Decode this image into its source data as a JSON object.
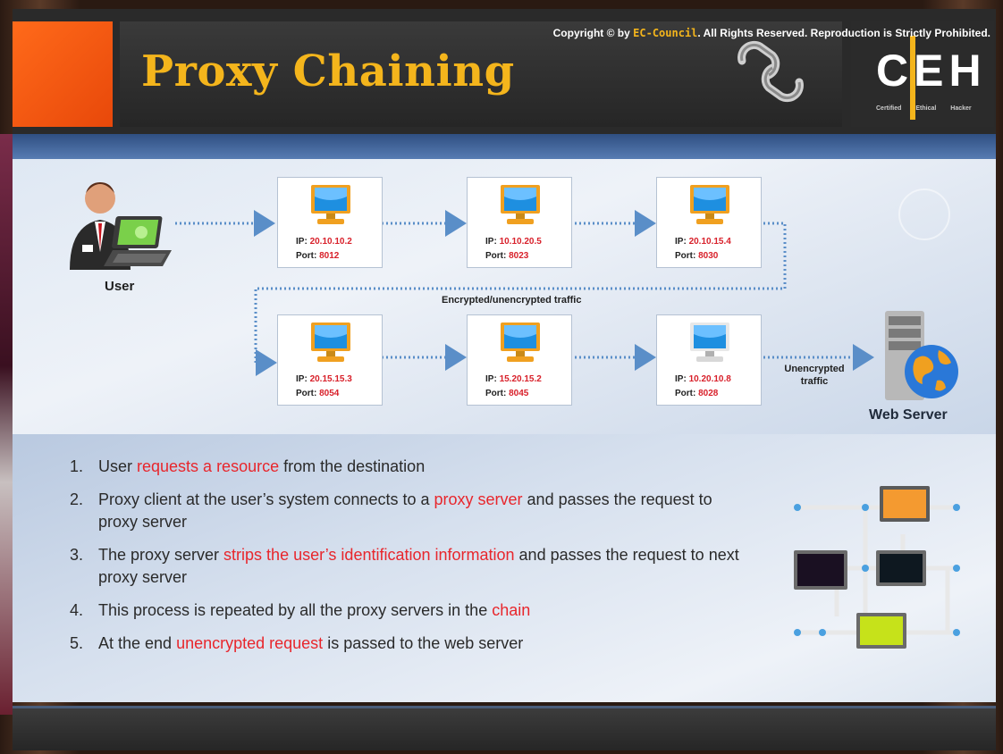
{
  "header": {
    "title": "Proxy Chaining",
    "logo_text": "CEH",
    "logo_subtitle": [
      "Certified",
      "Ethical",
      "Hacker"
    ]
  },
  "diagram": {
    "user_label": "User",
    "traffic_label": "Encrypted/unencrypted traffic",
    "unencrypted_label_line1": "Unencrypted",
    "unencrypted_label_line2": "traffic",
    "server_label": "Web Server",
    "ip_prefix": "IP:",
    "port_prefix": "Port:",
    "proxies": [
      {
        "ip": "20.10.10.2",
        "port": "8012"
      },
      {
        "ip": "10.10.20.5",
        "port": "8023"
      },
      {
        "ip": "20.10.15.4",
        "port": "8030"
      },
      {
        "ip": "20.15.15.3",
        "port": "8054"
      },
      {
        "ip": "15.20.15.2",
        "port": "8045"
      },
      {
        "ip": "10.20.10.8",
        "port": "8028"
      }
    ]
  },
  "steps": [
    {
      "num": "1.",
      "parts": [
        {
          "t": "User "
        },
        {
          "t": "requests a resource",
          "hl": true
        },
        {
          "t": " from the destination"
        }
      ]
    },
    {
      "num": "2.",
      "parts": [
        {
          "t": "Proxy client at the user’s system connects to a "
        },
        {
          "t": "proxy server",
          "hl": true
        },
        {
          "t": " and passes the request to proxy server"
        }
      ]
    },
    {
      "num": "3.",
      "parts": [
        {
          "t": "The proxy server "
        },
        {
          "t": "strips the user’s identification information",
          "hl": true
        },
        {
          "t": " and passes the request to next proxy server"
        }
      ]
    },
    {
      "num": "4.",
      "parts": [
        {
          "t": "This process is repeated by all the proxy servers in the "
        },
        {
          "t": "chain",
          "hl": true
        }
      ]
    },
    {
      "num": "5.",
      "parts": [
        {
          "t": "At the end "
        },
        {
          "t": "unencrypted request",
          "hl": true
        },
        {
          "t": " is passed to the web server"
        }
      ]
    }
  ],
  "footer": {
    "prefix": "Copyright © by ",
    "brand": "EC-Council",
    "suffix": ". All Rights Reserved. Reproduction is Strictly Prohibited."
  },
  "colors": {
    "title": "#f4b51c",
    "highlight": "#e8262c",
    "arrow": "#5a8ec8"
  },
  "icons": [
    "chain-link-icon",
    "user-with-laptop-icon",
    "monitor-icon",
    "web-server-globe-icon",
    "network-topology-icon"
  ]
}
